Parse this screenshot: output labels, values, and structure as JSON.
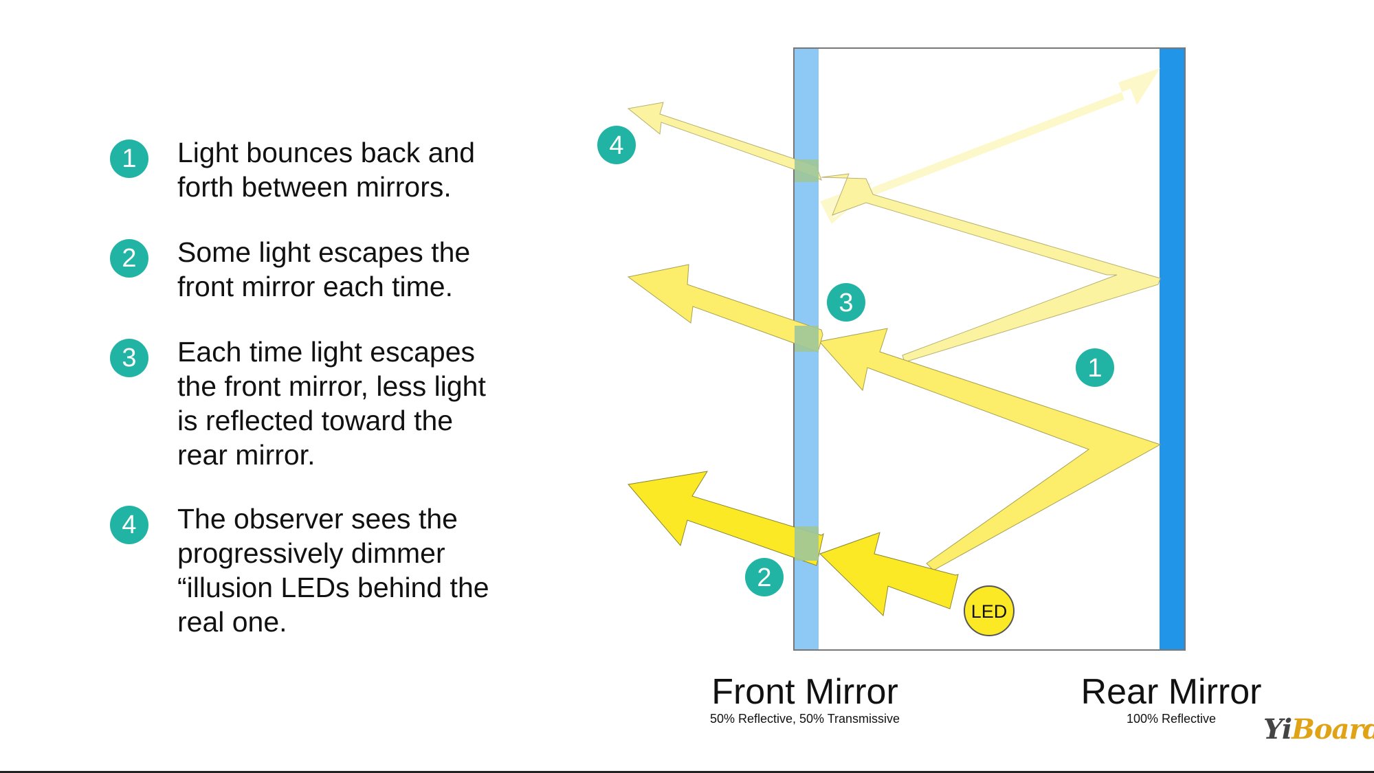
{
  "steps": [
    {
      "number": "1",
      "text": "Light bounces back and\nforth between mirrors."
    },
    {
      "number": "2",
      "text": "Some light escapes the\nfront mirror each time."
    },
    {
      "number": "3",
      "text": "Each time light escapes\nthe front mirror, less light\nis reflected toward the\nrear mirror."
    },
    {
      "number": "4",
      "text": "The observer sees the\nprogressively dimmer\n“illusion LEDs behind the\nreal one."
    }
  ],
  "diagram": {
    "markers": [
      "1",
      "2",
      "3",
      "4"
    ],
    "led_label": "LED",
    "front_mirror": {
      "title": "Front Mirror",
      "subtitle": "50% Reflective, 50% Transmissive",
      "color": "#8ec9f5"
    },
    "rear_mirror": {
      "title": "Rear Mirror",
      "subtitle": "100% Reflective",
      "color": "#2196e8"
    },
    "light_color": "#fbe925",
    "marker_color": "#21b3a4"
  },
  "watermark": {
    "part1": "Yi",
    "part2": "Board"
  }
}
